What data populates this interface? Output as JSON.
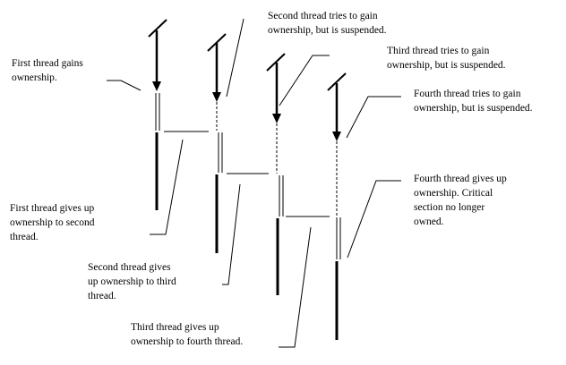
{
  "colors": {
    "ink": "#000000",
    "background": "#ffffff"
  },
  "notes": {
    "first_gains": {
      "lines": [
        "First thread gains",
        "ownership."
      ]
    },
    "second_tries": {
      "lines": [
        "Second thread tries to gain",
        "ownership, but is suspended."
      ]
    },
    "third_tries": {
      "lines": [
        "Third thread tries to gain",
        "ownership, but is suspended."
      ]
    },
    "fourth_tries": {
      "lines": [
        "Fourth thread tries to gain",
        "ownership, but is suspended."
      ]
    },
    "first_gives": {
      "lines": [
        "First thread gives up",
        "ownership to second",
        "thread."
      ]
    },
    "second_gives": {
      "lines": [
        "Second thread gives",
        "up ownership to third",
        "thread."
      ]
    },
    "third_gives": {
      "lines": [
        "Third thread gives up",
        "ownership to fourth thread."
      ]
    },
    "fourth_gives": {
      "lines": [
        "Fourth thread gives up",
        "ownership. Critical",
        "section no longer",
        "owned."
      ]
    }
  }
}
